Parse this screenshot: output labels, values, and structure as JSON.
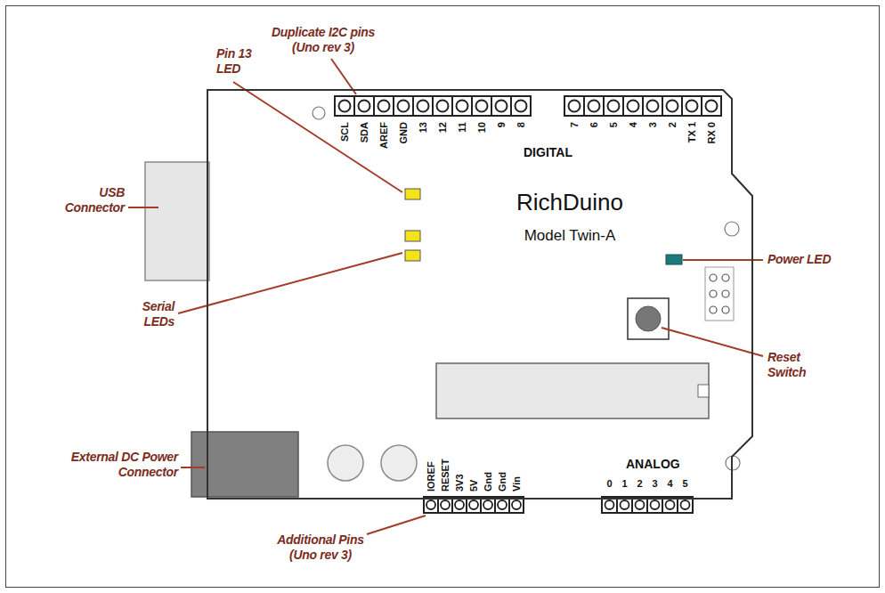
{
  "diagram": {
    "nodes": [
      {
        "text": [
          "RichDuino",
          "Model Twin-A"
        ]
      }
    ],
    "labels": [
      "Duplicate I2C pins (Uno rev 3)",
      "Pin 13 LED",
      "SCL",
      "SDA",
      "AREF",
      "GND",
      "13",
      "12",
      "11",
      "10",
      "9",
      "8",
      "7",
      "6",
      "5",
      "4",
      "3",
      "2",
      "TX 1",
      "RX 0",
      "DIGITAL",
      "USB Connector",
      "Power LED",
      "Serial LEDs",
      "Reset Switch",
      "External DC Power Connector",
      "IOREF",
      "RESET",
      "3V3",
      "5V",
      "Gnd",
      "Gnd",
      "Vin",
      "ANALOG",
      "0",
      "1",
      "2",
      "3",
      "4",
      "5",
      "Additional Pins (Uno rev 3)"
    ]
  }
}
